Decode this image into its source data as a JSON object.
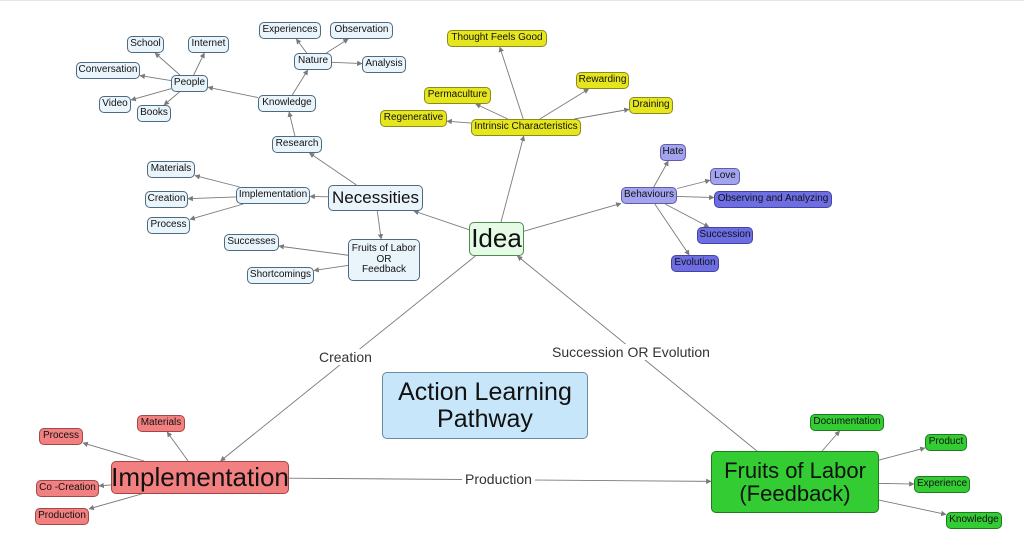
{
  "nodes": {
    "idea": "Idea",
    "necessities": "Necessities",
    "research": "Research",
    "knowledge": "Knowledge",
    "nature": "Nature",
    "experiences": "Experiences",
    "observation": "Observation",
    "analysis": "Analysis",
    "people": "People",
    "school": "School",
    "internet": "Internet",
    "conversation": "Conversation",
    "video": "Video",
    "books": "Books",
    "implementation_small": "Implementation",
    "materials_small": "Materials",
    "creation_small": "Creation",
    "process_small": "Process",
    "fruits_small_line1": "Fruits of Labor",
    "fruits_small_line2": "OR",
    "fruits_small_line3": "Feedback",
    "successes": "Successes",
    "shortcomings": "Shortcomings",
    "intrinsic": "Intrinsic Characteristics",
    "thought_feels_good": "Thought Feels Good",
    "permaculture": "Permaculture",
    "regenerative": "Regenerative",
    "rewarding": "Rewarding",
    "draining": "Draining",
    "behaviours": "Behaviours",
    "hate": "Hate",
    "love": "Love",
    "observing_analyzing": "Observing and Analyzing",
    "succession": "Succession",
    "evolution": "Evolution",
    "title_line1": "Action Learning",
    "title_line2": "Pathway",
    "implementation_big": "Implementation",
    "materials_red": "Materials",
    "process_red": "Process",
    "co_creation": "Co -Creation",
    "production_red": "Production",
    "fruits_big_line1": "Fruits of Labor",
    "fruits_big_line2": "(Feedback)",
    "documentation": "Documentation",
    "product": "Product",
    "experience": "Experience",
    "knowledge_green": "Knowledge"
  },
  "edge_labels": {
    "creation": "Creation",
    "succession_or_evolution": "Succession OR Evolution",
    "production": "Production"
  },
  "colors": {
    "blue_node": "#eaf4fb",
    "yellow_node": "#e6e61e",
    "purple_node": "#a3a3ef",
    "dark_purple_node": "#6e6ee4",
    "red_node": "#f28080",
    "green_node": "#33cc33",
    "idea_node": "#e6fbe6",
    "title_node": "#c8e6fa",
    "edge": "#7a7a7a"
  }
}
